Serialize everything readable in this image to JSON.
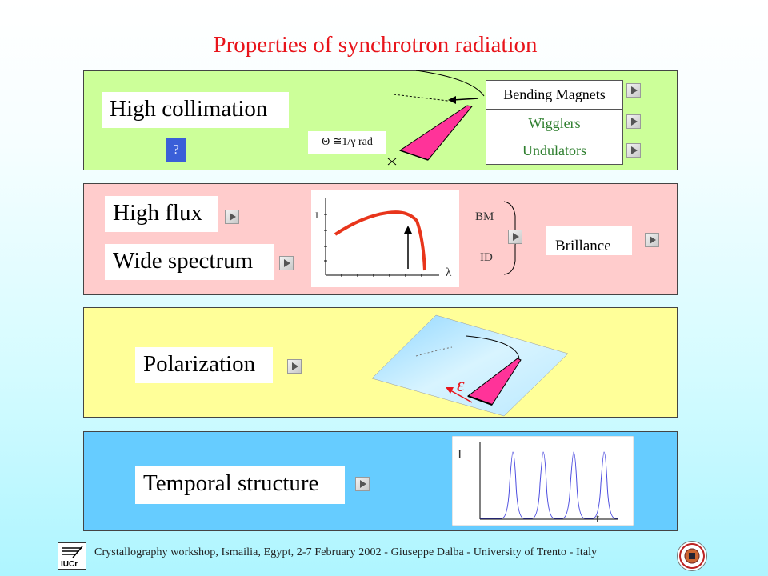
{
  "title": "Properties of synchrotron radiation",
  "colors": {
    "title": "#e8141b",
    "panel_collimation": "#ccff99",
    "panel_flux": "#ffcccc",
    "panel_polarization": "#ffff99",
    "panel_temporal": "#66ccff",
    "fan": "#ff3399",
    "spectrum_curve": "#e8351b",
    "pulse_curve": "#4a4adf",
    "wigglers_text": "#2f7f2f",
    "undulators_text": "#2f7f2f"
  },
  "collimation": {
    "label": "High collimation",
    "help": "?",
    "formula": "Θ ≅1/γ rad",
    "sources": [
      {
        "label": "Bending Magnets"
      },
      {
        "label": "Wigglers"
      },
      {
        "label": "Undulators"
      }
    ],
    "icons": [
      "play-icon",
      "play-icon",
      "play-icon"
    ]
  },
  "flux": {
    "label_flux": "High flux",
    "label_spectrum": "Wide spectrum",
    "axis_y": "I",
    "axis_x": "λ",
    "bm": "BM",
    "id": "ID",
    "brillance": "Brillance"
  },
  "polarization": {
    "label": "Polarization",
    "symbol": "ε"
  },
  "temporal": {
    "label": "Temporal structure",
    "axis_y": "I",
    "axis_x": "t",
    "pulse_count": 4
  },
  "footer": {
    "text": "Crystallography workshop, Ismailia, Egypt, 2-7 February  2002 - Giuseppe Dalba -  University of Trento - Italy",
    "logo_left": "IUCr"
  }
}
